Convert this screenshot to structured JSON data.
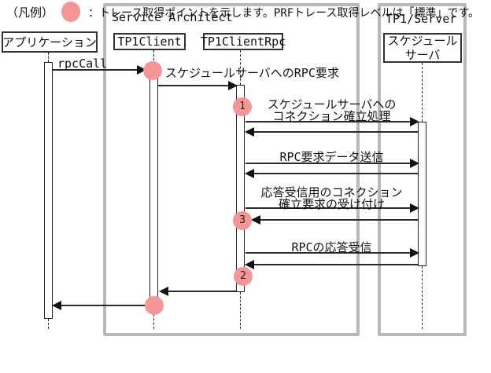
{
  "frames": {
    "service_architect": "Service Architect",
    "tp1_server": "TP1/Server"
  },
  "actors": {
    "application": "アプリケーション",
    "tp1client": "TP1Client",
    "tp1clientrpc": "TP1ClientRpc",
    "schedule_server_line1": "スケジュール",
    "schedule_server_line2": "サーバ"
  },
  "messages": {
    "rpc_call": "rpcCall",
    "rpc_request": "スケジュールサーバへのRPC要求",
    "connection_establish_line1": "スケジュールサーバへの",
    "connection_establish_line2": "コネクション確立処理",
    "rpc_data_send": "RPC要求データ送信",
    "response_connection_line1": "応答受信用のコネクション",
    "response_connection_line2": "確立要求の受け付け",
    "rpc_response_receive": "RPCの応答受信"
  },
  "trace_points": {
    "point1": "1",
    "point2": "2",
    "point3": "3"
  },
  "legend": {
    "caption": "（凡例）",
    "description": "：トレース取得ポイントを示します。PRFトレース取得レベルは「標準」です。"
  },
  "colors": {
    "trace_point_pink": "#f69595",
    "frame_border_gray": "#b8b8b8"
  }
}
